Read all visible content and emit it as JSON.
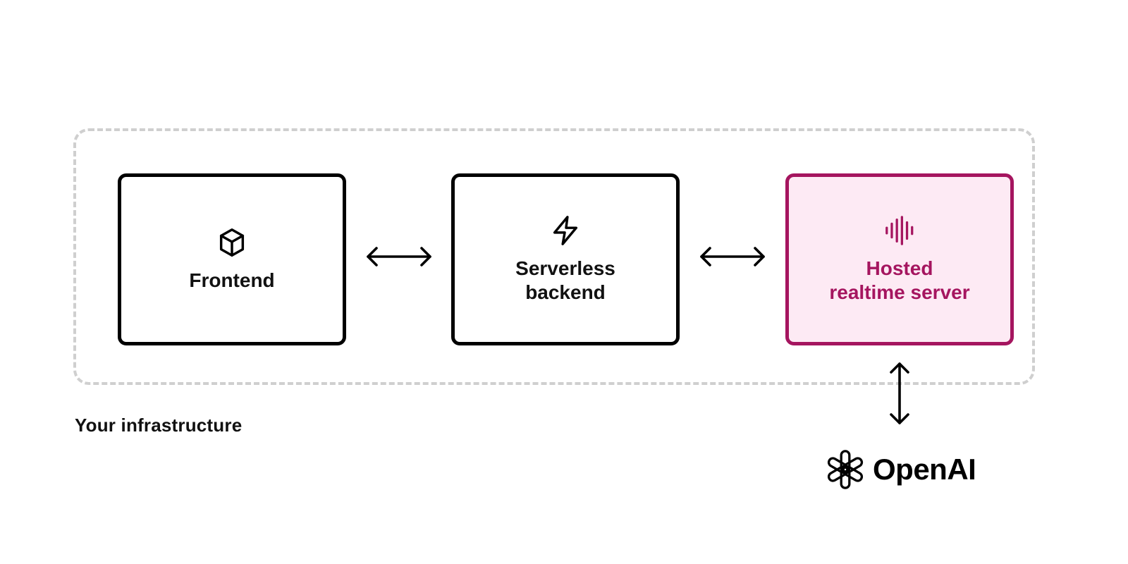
{
  "diagram": {
    "boundary": {
      "label": "Your infrastructure",
      "border_color": "#cfcfcf"
    },
    "nodes": [
      {
        "id": "frontend",
        "label": "Frontend",
        "icon": "cube-icon",
        "border_color": "#000000",
        "text_color": "#111111"
      },
      {
        "id": "backend",
        "label": "Serverless\nbackend",
        "icon": "lightning-bolt-icon",
        "border_color": "#000000",
        "text_color": "#111111"
      },
      {
        "id": "realtime",
        "label": "Hosted\nrealtime server",
        "icon": "audio-waveform-icon",
        "border_color": "#a5155f",
        "fill_color": "#fdeaf4",
        "text_color": "#a5155f"
      }
    ],
    "connections": [
      {
        "from": "frontend",
        "to": "backend",
        "direction": "bidirectional"
      },
      {
        "from": "backend",
        "to": "realtime",
        "direction": "bidirectional"
      },
      {
        "from": "realtime",
        "to": "openai",
        "direction": "bidirectional"
      }
    ],
    "external": {
      "name": "OpenAI",
      "icon": "openai-logo-icon"
    }
  }
}
